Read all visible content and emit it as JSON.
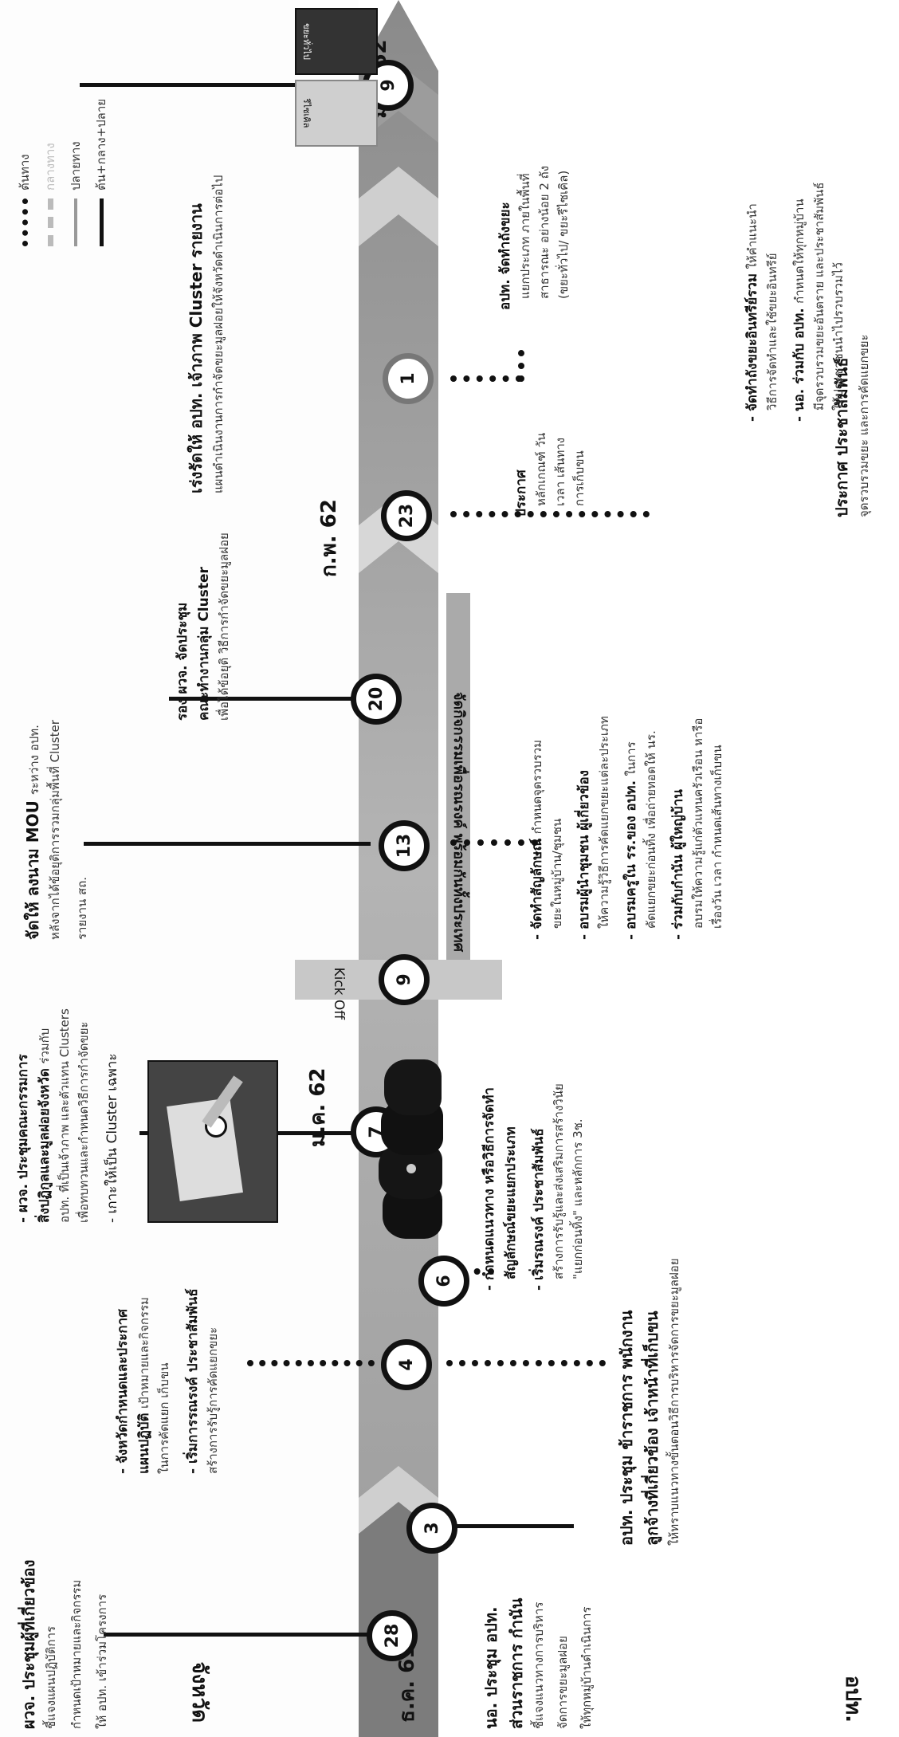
{
  "side_labels": {
    "province": "จังหวัด",
    "local_admin": "อปท."
  },
  "kickoff": "Kick Off",
  "campaign_banner": "จัดกิจกรรมเพื่อรณรงค์ พร้อมกันทั้งประเทศ",
  "months": {
    "dec": "ธ.ค. 61",
    "jan": "ม.ค. 62",
    "feb": "ก.พ. 62",
    "mar": "มี.ค. 62"
  },
  "days": {
    "d28": "28",
    "d3": "3",
    "d4": "4",
    "d6": "6",
    "d7": "7",
    "d9a": "9",
    "d13": "13",
    "d20": "20",
    "d23": "23",
    "d1": "1",
    "d9b": "9"
  },
  "legend": {
    "item1": "ต้นทาง",
    "item2": "กลางทาง",
    "item3": "ปลายทาง",
    "item4": "ต้น+กลาง+ปลาย"
  },
  "bin_labels": {
    "general": "ขยะทั่วไป",
    "recycle": "รีไซเคิล"
  },
  "province_blocks": {
    "p28": {
      "title": "ผวจ. ประชุมผู้ที่เกี่ยวข้อง",
      "l1": "ชี้แจงแผนปฏิบัติการ",
      "l2": "กำหนดเป้าหมายและกิจกรรม",
      "l3": "ให้ อปท. เข้าร่วมโครงการ"
    },
    "p4": {
      "b1": "- จังหวัดกำหนดและประกาศ",
      "b1t": "แผนปฏิบัติ",
      "b1r": "เป้าหมายและกิจกรรม",
      "b1s": "ในการคัดแยก เก็บขน",
      "b2": "- เริ่มการรณรงค์ ประชาสัมพันธ์",
      "b2s": "สร้างการรับรู้การคัดแยกขยะ"
    },
    "p7": {
      "b1": "- ผวจ. ประชุมคณะกรรมการ",
      "b1t": "สิ่งปฏิกูลและมูลฝอยจังหวัด",
      "b1r": "ร่วมกับ",
      "b1s1": "อปท. ที่เป็นเจ้าภาพ และตัวแทน Clusters",
      "b1s2": "เพื่อทบทวนและกำหนดวิธีการกำจัดขยะ",
      "b2": "- เกาะให้เป็น Cluster เฉพาะ"
    },
    "p13": {
      "title": "จัดให้ ลงนาม MOU",
      "title_r": "ระหว่าง อปท.",
      "l1": "หลังจากได้ข้อยุติการรวมกลุ่มพื้นที่ Cluster",
      "l2": "รายงาน สถ."
    },
    "p20": {
      "t1": "รอง ผวจ. จัดประชุม",
      "t2": "คณะทำงานกลุ่ม Cluster",
      "s": "เพื่อได้ข้อยุติ วิธีการกำจัดขยะมูลฝอย"
    },
    "p9b": {
      "title": "เร่งรัดให้ อปท. เจ้าภาพ Cluster รายงาน",
      "s": "แผนดำเนินงานการกำจัดขยะมูลฝอยให้จังหวัดดำเนินการต่อไป"
    }
  },
  "local_blocks": {
    "a28": {
      "t1": "นอ. ประชุม อปท.",
      "t2": "ส่วนราชการ กำนัน",
      "s1": "ชี้แจงแนวทางการบริหาร",
      "s2": "จัดการขยะมูลฝอย",
      "s3": "ให้ทุกหมู่บ้านดำเนินการ"
    },
    "a4": {
      "t1": "อปท. ประชุม ข้าราชการ  พนักงาน",
      "t2": "ลูกจ้างที่เกี่ยวข้อง เจ้าหน้าที่เก็บขน",
      "s": "ให้ทราบแนวทางขั้นตอนวิธีการบริหารจัดการขยะมูลฝอย"
    },
    "a6": {
      "b1": "- กำหนดแนวทาง หรือวิธีการจัดทำ",
      "b1t": "สัญลักษณ์ขยะแยกประเภท",
      "b2": "- เริ่มรณรงค์ ประชาสัมพันธ์",
      "b2s1": "สร้างการรับรู้และส่งเสริมการสร้างวินัย",
      "b2s2": "\"แยกก่อนทิ้ง\" และหลักการ 3ช."
    },
    "a13": {
      "b1": "- จัดทำสัญลักษณ์",
      "b1r": "กำหนดจุดรวบรวม",
      "b1s": "ขยะในหมู่บ้าน/ชุมชน",
      "b2": "- อบรมผู้นำชุมชน ผู้เกี่ยวข้อง",
      "b2s": "ให้ความรู้วิธีการคัดแยกขยะแต่ละประเภท",
      "b3": "- อบรมครูใน รร.ของ อปท.",
      "b3r": "ในการ",
      "b3s": "คัดแยกขยะก่อนทิ้ง เพื่อถ่ายทอดให้ นร.",
      "b4": "- ร่วมกับกำนัน ผู้ใหญ่บ้าน",
      "b4s1": "อบรมให้ความรู้แก่ตัวแทนครัวเรือน หารือ",
      "b4s2": "เรื่องวัน เวลา กำหนดเส้นทางเก็บขน"
    },
    "a23": {
      "t": "ประกาศ",
      "s1": "หลักเกณฑ์ วัน",
      "s2": "เวลา เส้นทาง",
      "s3": "การเก็บขน",
      "b": "ประกาศ ประชาสัมพันธ์",
      "bs": "จุดรวบรวมขยะ และการคัดแยกขยะ"
    },
    "a1": {
      "t1": "อปท. จัดทำถังขยะ",
      "s1": "แยกประเภท ภายในพื้นที่",
      "s2": "สาธารณะ อย่างน้อย 2 ถัง",
      "s3": "(ขยะทั่วไป/ ขยะรีไซเคิล)",
      "b1": "- จัดทำถังขยะอินทรีย์รวม",
      "b1r": "ให้คำแนะนำ",
      "b1s": "วิธีการจัดทำและใช้ขยะอินทรีย์",
      "b2": "- นอ. ร่วมกับ อปท.",
      "b2r": "กำหนดให้ทุกหมู่บ้าน",
      "b2s1": "มีจุดรวบรวมขยะอันตราย และประชาสัมพันธ์",
      "b2s2": "ให้ประชาชนนำไปรวบรวมไว้"
    }
  }
}
